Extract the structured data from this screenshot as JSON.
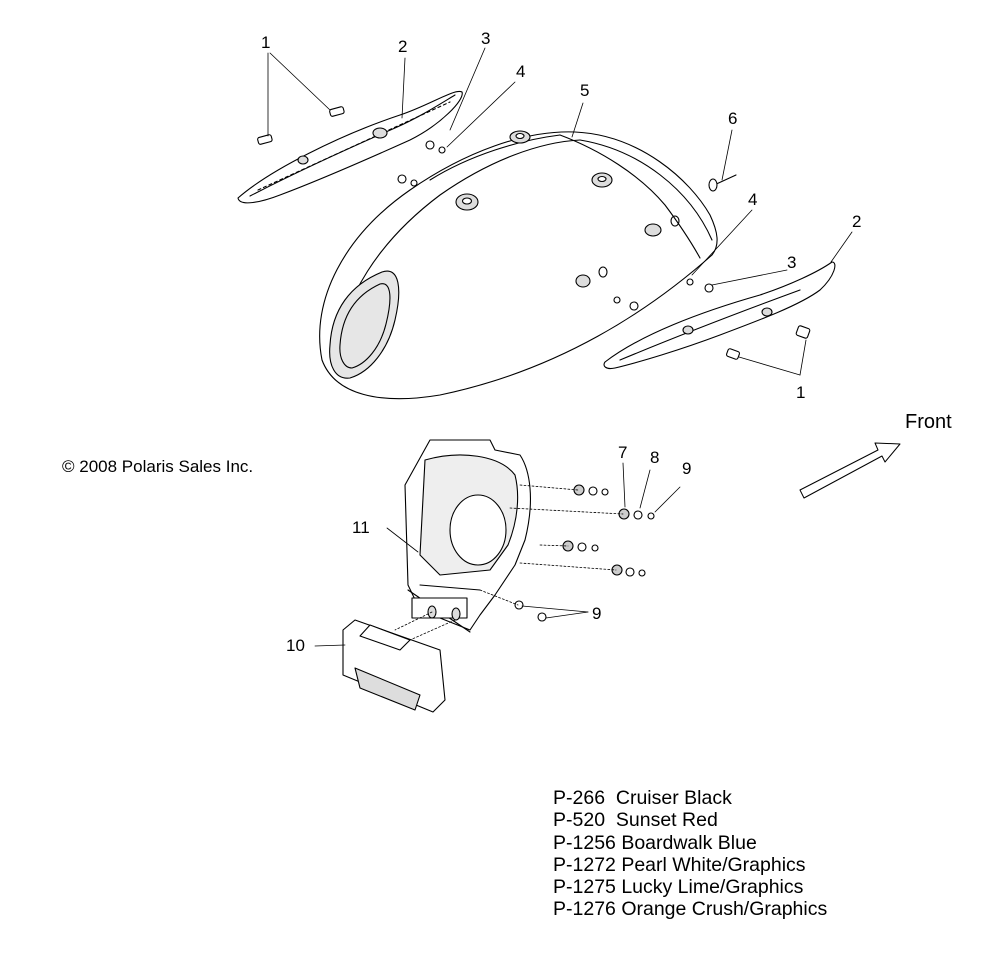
{
  "copyright": "© 2008 Polaris Sales Inc.",
  "front_label": "Front",
  "callouts": [
    {
      "id": "c1a",
      "text": "1"
    },
    {
      "id": "c2a",
      "text": "2"
    },
    {
      "id": "c3a",
      "text": "3"
    },
    {
      "id": "c4a",
      "text": "4"
    },
    {
      "id": "c5",
      "text": "5"
    },
    {
      "id": "c6",
      "text": "6"
    },
    {
      "id": "c4b",
      "text": "4"
    },
    {
      "id": "c3b",
      "text": "3"
    },
    {
      "id": "c2b",
      "text": "2"
    },
    {
      "id": "c1b",
      "text": "1"
    },
    {
      "id": "c7",
      "text": "7"
    },
    {
      "id": "c8",
      "text": "8"
    },
    {
      "id": "c9a",
      "text": "9"
    },
    {
      "id": "c11",
      "text": "11"
    },
    {
      "id": "c9b",
      "text": "9"
    },
    {
      "id": "c10",
      "text": "10"
    }
  ],
  "paint_codes": [
    {
      "code": "P-266",
      "name": "Cruiser Black"
    },
    {
      "code": "P-520",
      "name": "Sunset Red"
    },
    {
      "code": "P-1256",
      "name": "Boardwalk Blue"
    },
    {
      "code": "P-1272",
      "name": "Pearl White/Graphics"
    },
    {
      "code": "P-1275",
      "name": "Lucky Lime/Graphics"
    },
    {
      "code": "P-1276",
      "name": "Orange Crush/Graphics"
    }
  ],
  "colors": {
    "line": "#000000",
    "shade": "#d8d8d8",
    "background": "#ffffff"
  }
}
